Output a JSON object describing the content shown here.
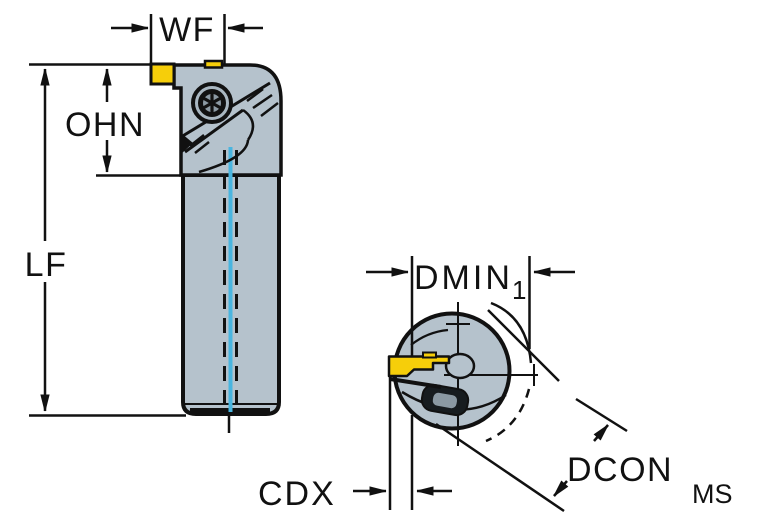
{
  "diagram": {
    "type": "cutting-tool-dimension-drawing",
    "side_view": {
      "labels": {
        "wf": "WF",
        "ohn": "OHN",
        "lf": "LF"
      }
    },
    "end_view": {
      "labels": {
        "dmin_base": "DMIN",
        "dmin_sub": "1",
        "cdx": "CDX",
        "dcon_base": "DCON",
        "dcon_sub": "MS"
      }
    },
    "colors": {
      "background": "#ffffff",
      "line": "#111111",
      "body": "#b5c2cc",
      "body_shade": "#a9b7c1",
      "insert": "#f6ce0a",
      "coolant": "#49b5e0",
      "screw_inner": "#8b99a3",
      "screw_dark": "#171c1f"
    }
  }
}
